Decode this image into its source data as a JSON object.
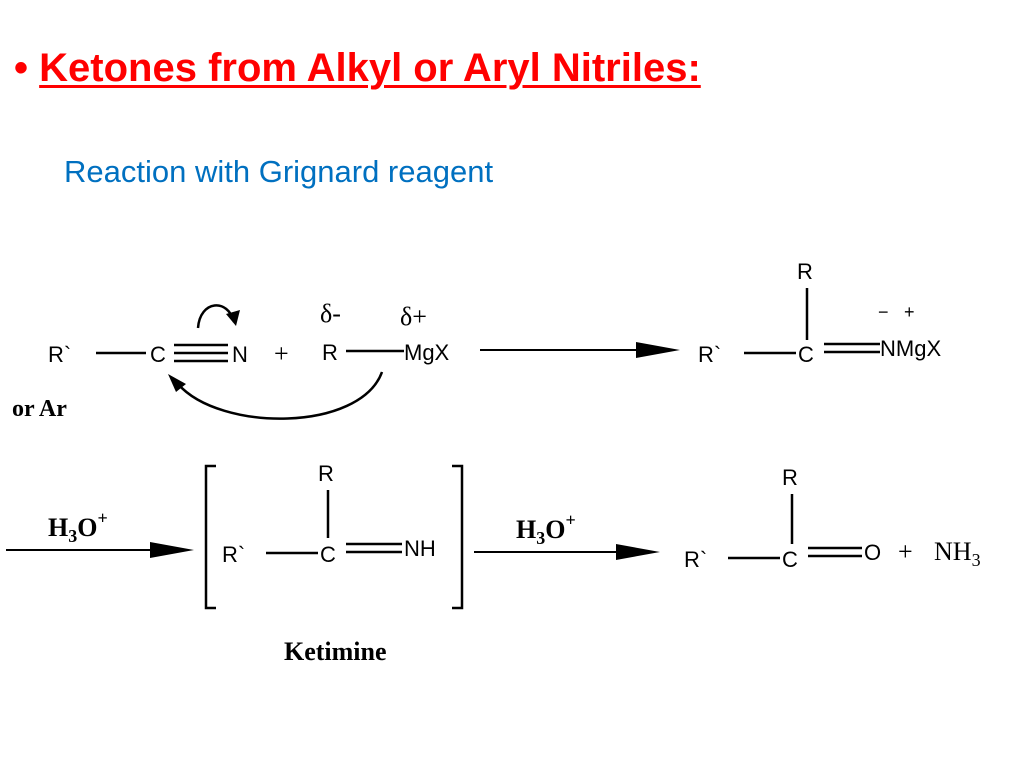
{
  "colors": {
    "title": "#ff0000",
    "subtitle": "#0070c0",
    "ink": "#000000"
  },
  "heading": {
    "bullet": "•",
    "title": "Ketones from Alkyl or Aryl Nitriles:",
    "subtitle": "Reaction with Grignard reagent"
  },
  "step1": {
    "nitrile": {
      "r": "R`",
      "c": "C",
      "n": "N",
      "alt": "or Ar"
    },
    "plus": "+",
    "grignard": {
      "r": "R",
      "mgx": "MgX",
      "delta_minus": "δ-",
      "delta_plus": "δ+"
    },
    "product": {
      "r_top": "R",
      "r_left": "R`",
      "c": "C",
      "nmgx": "NMgX",
      "charge_minus": "−",
      "charge_plus": "+"
    }
  },
  "step2": {
    "reagent": {
      "h": "H",
      "sub": "3",
      "o": "O",
      "sup": "+"
    },
    "ketimine": {
      "r_top": "R",
      "r_left": "R`",
      "c": "C",
      "nh": "NH",
      "label": "Ketimine"
    },
    "reagent2": {
      "h": "H",
      "sub": "3",
      "o": "O",
      "sup": "+"
    },
    "ketone": {
      "r_top": "R",
      "r_left": "R`",
      "c": "C",
      "o": "O"
    },
    "plus": "+",
    "byproduct": {
      "n": "NH",
      "sub": "3"
    }
  }
}
